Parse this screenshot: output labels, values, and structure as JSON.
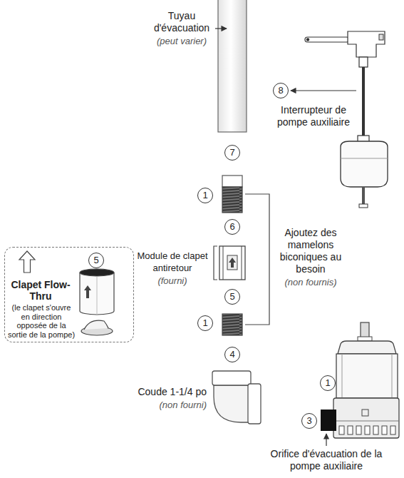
{
  "diagram": {
    "nodes": [
      {
        "text": [
          "5",
          "Clapet Flow-Thru",
          "(le clapet s'ouvre en direction opposée de la sortie de la pompe)"
        ]
      }
    ],
    "labels": [
      "Tuyau d'évacuation",
      "(peut varier)",
      "8",
      "Interrupteur de pompe auxiliaire",
      "7",
      "1",
      "6",
      "Module de clapet antiretour",
      "(fourni)",
      "Ajoutez des mamelons biconiques au besoin",
      "(non fournis)",
      "5",
      "1",
      "4",
      "Coude 1-1/4 po",
      "(non fourni)",
      "1",
      "3",
      "Orifice d'évacuation de la pompe auxiliaire"
    ]
  }
}
